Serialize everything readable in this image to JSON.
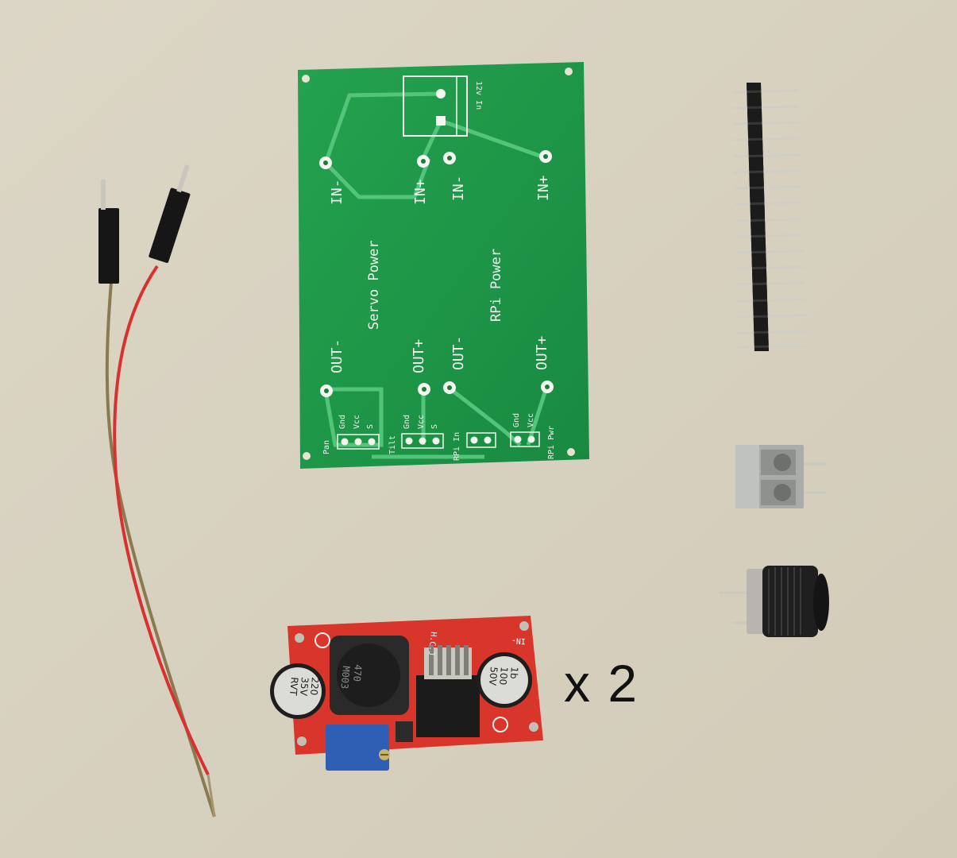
{
  "pcb": {
    "terminal_label": "12v In",
    "pads": {
      "in_minus_left": "IN-",
      "in_plus_left": "IN+",
      "in_minus_right": "IN-",
      "in_plus_right": "IN+",
      "out_minus_left": "OUT-",
      "out_plus_left": "OUT+",
      "out_minus_right": "OUT-",
      "out_plus_right": "OUT+"
    },
    "sections": {
      "servo": "Servo Power",
      "rpi": "RPi Power"
    },
    "headers": {
      "pan": "Pan",
      "tilt": "Tilt",
      "rpi_in": "RPi In",
      "rpi_pwr": "RPi Pwr",
      "gnd1": "Gnd",
      "vcc1": "Vcc",
      "s1": "S",
      "gnd2": "Gnd",
      "vcc2": "Vcc",
      "s2": "S",
      "gnd3": "Gnd",
      "vcc3": "Vcc"
    }
  },
  "converter": {
    "marking_hcj": "H.C.J",
    "marking_in": "IN-",
    "cap_left": [
      "220",
      "35V",
      "RVT"
    ],
    "cap_right": [
      "1b",
      "100",
      "50V"
    ],
    "inductor": [
      "470",
      "M003"
    ]
  },
  "multiplier_text": "x 2",
  "colors": {
    "background": "#d9d3c2",
    "pcb_green": "#1f9a4a",
    "converter_red": "#d8362a",
    "wire_red": "#d93030",
    "wire_brown": "#8a7a52"
  }
}
